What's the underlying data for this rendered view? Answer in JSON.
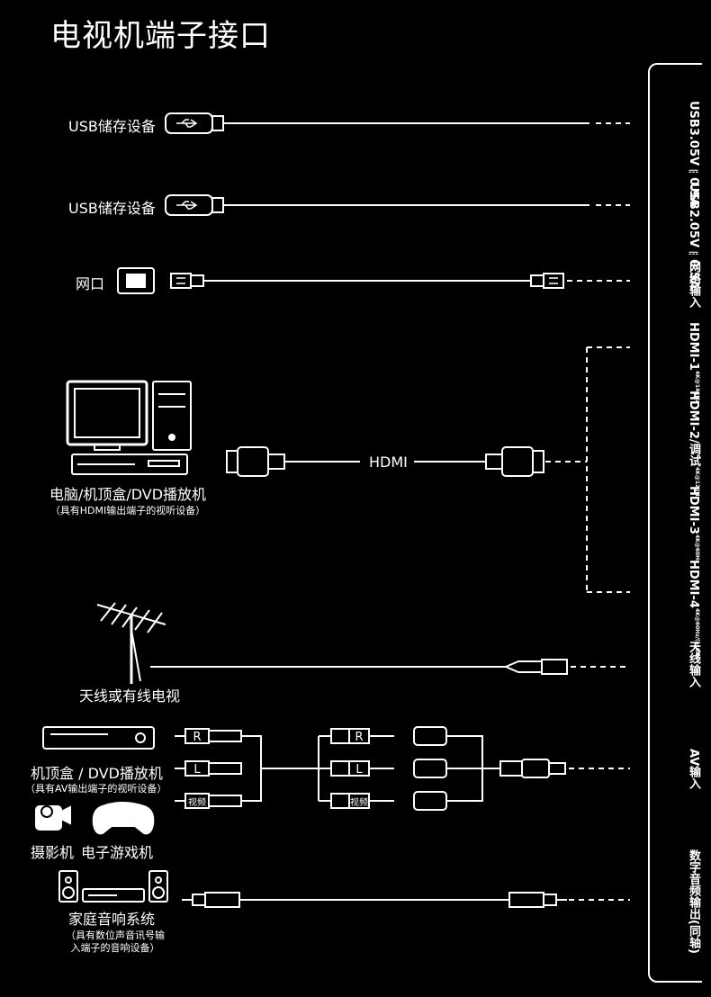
{
  "title": "电视机端子接口",
  "devices": {
    "usb1": "USB储存设备",
    "usb2": "USB储存设备",
    "lan": "网口",
    "pc": "电脑/机顶盒/DVD播放机",
    "pc_sub": "（具有HDMI输出端子的视听设备）",
    "hdmi_cable": "HDMI",
    "antenna": "天线或有线电视",
    "stb": "机顶盒 / DVD播放机",
    "stb_sub": "（具有AV输出端子的视听设备）",
    "camera": "摄影机",
    "game": "电子游戏机",
    "audio": "家庭音响系统",
    "audio_sub1": "（具有数位声音讯号输",
    "audio_sub2": "入端子的音响设备）"
  },
  "rca": {
    "r": "R",
    "l": "L",
    "video": "视频"
  },
  "ports": {
    "usb3": {
      "label": "USB3.0",
      "spec": "5V⎓0.9A"
    },
    "usb2": {
      "label": "USB2.0",
      "spec": "5V⎓0.5A"
    },
    "lan": {
      "label": "网络输入"
    },
    "hdmi1": {
      "label": "HDMI-1",
      "spec": "4K@144Hz"
    },
    "hdmi2": {
      "label": "HDMI-2/调试",
      "spec": "4K@120Hz"
    },
    "hdmi3": {
      "label": "HDMI-3",
      "spec": "4K@60Hz"
    },
    "hdmi4": {
      "label": "HDMI-4",
      "spec": "4K@60Hz/(e)ARC"
    },
    "ant": {
      "label": "天线输入"
    },
    "av": {
      "label": "AV输入"
    },
    "spdif": {
      "label": "数字音频输出(同轴)"
    }
  }
}
